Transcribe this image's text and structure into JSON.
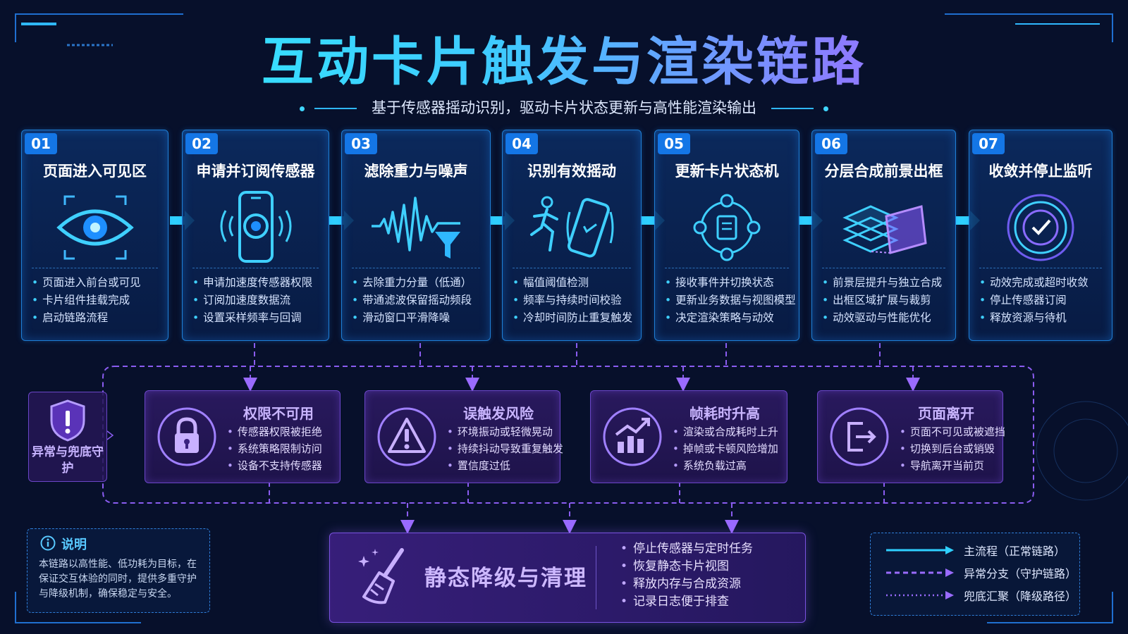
{
  "title": "互动卡片触发与渲染链路",
  "subtitle": "基于传感器摇动识别，驱动卡片状态更新与高性能渲染输出",
  "steps": [
    {
      "num": "01",
      "title": "页面进入可见区",
      "icon": "eye-icon",
      "items": [
        "页面进入前台或可见",
        "卡片组件挂载完成",
        "启动链路流程"
      ]
    },
    {
      "num": "02",
      "title": "申请并订阅传感器",
      "icon": "phone-sensor-icon",
      "items": [
        "申请加速度传感器权限",
        "订阅加速度数据流",
        "设置采样频率与回调"
      ]
    },
    {
      "num": "03",
      "title": "滤除重力与噪声",
      "icon": "waveform-filter-icon",
      "items": [
        "去除重力分量（低通）",
        "带通滤波保留摇动频段",
        "滑动窗口平滑降噪"
      ]
    },
    {
      "num": "04",
      "title": "识别有效摇动",
      "icon": "shake-detect-icon",
      "items": [
        "幅值阈值检测",
        "频率与持续时间校验",
        "冷却时间防止重复触发"
      ]
    },
    {
      "num": "05",
      "title": "更新卡片状态机",
      "icon": "state-machine-icon",
      "items": [
        "接收事件并切换状态",
        "更新业务数据与视图模型",
        "决定渲染策略与动效"
      ]
    },
    {
      "num": "06",
      "title": "分层合成前景出框",
      "icon": "layers-compose-icon",
      "items": [
        "前景层提升与独立合成",
        "出框区域扩展与裁剪",
        "动效驱动与性能优化"
      ]
    },
    {
      "num": "07",
      "title": "收敛并停止监听",
      "icon": "check-circle-icon",
      "items": [
        "动效完成或超时收敛",
        "停止传感器订阅",
        "释放资源与待机"
      ]
    }
  ],
  "guard_label": "异常与兜底守护",
  "guards": [
    {
      "title": "权限不可用",
      "icon": "lock-icon",
      "items": [
        "传感器权限被拒绝",
        "系统策略限制访问",
        "设备不支持传感器"
      ]
    },
    {
      "title": "误触发风险",
      "icon": "warning-icon",
      "items": [
        "环境振动或轻微晃动",
        "持续抖动导致重复触发",
        "置信度过低"
      ]
    },
    {
      "title": "帧耗时升高",
      "icon": "chart-up-icon",
      "items": [
        "渲染或合成耗时上升",
        "掉帧或卡顿风险增加",
        "系统负载过高"
      ]
    },
    {
      "title": "页面离开",
      "icon": "exit-icon",
      "items": [
        "页面不可见或被遮挡",
        "切换到后台或销毁",
        "导航离开当前页"
      ]
    }
  ],
  "cleanup": {
    "title": "静态降级与清理",
    "icon": "broom-icon",
    "items": [
      "停止传感器与定时任务",
      "恢复静态卡片视图",
      "释放内存与合成资源",
      "记录日志便于排查"
    ]
  },
  "note": {
    "title": "说明",
    "text": "本链路以高性能、低功耗为目标，在保证交互体验的同时，提供多重守护与降级机制，确保稳定与安全。"
  },
  "legend": [
    {
      "style": "solid",
      "label": "主流程（正常链路）"
    },
    {
      "style": "dashed",
      "label": "异常分支（守护链路）"
    },
    {
      "style": "dotted",
      "label": "兜底汇聚（降级路径）"
    }
  ],
  "colors": {
    "main_flow": "#2fd0ff",
    "guard": "#8a5cf0",
    "background": "#07102b"
  }
}
